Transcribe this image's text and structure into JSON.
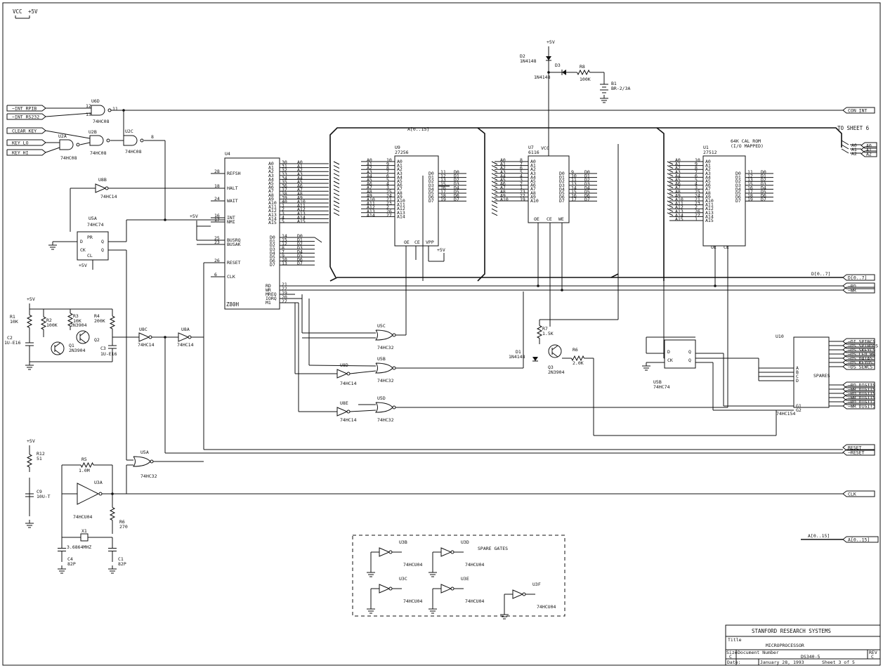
{
  "power": {
    "vcc": "VCC",
    "plus5": "+5V"
  },
  "connectors_left": [
    "~INT_RPIB",
    "~INT_RS232",
    "CLEAR_KEY",
    "KEY_LO",
    "KEY_HI"
  ],
  "connectors_right": [
    "CON_INT",
    "D[0..7]",
    "~RD",
    "~WR",
    "RESET",
    "~RESET",
    "CLK",
    "A[0..15]"
  ],
  "to_sheet": "TO SHEET 6",
  "right_addr_lines": [
    "A0",
    "A1",
    "A2"
  ],
  "decoder_outputs": [
    "~DI_SPIBCS",
    "~DS_SPIBDCS",
    "~DS_SKEYCS",
    "~DS_LED_WR",
    "~DS_DATAS",
    "~DS_KEYDS",
    "~DS_SEWCS"
  ],
  "decoder_outputs2": [
    "~RD_DIGITS",
    "~WR_DIGITS",
    "~RD_DIGITS",
    "~WR_DIGITS",
    "~RD_DIGIT2",
    "~WR_DIGIT3"
  ],
  "bus_labels": {
    "a_bus": "A[0..15]",
    "d_bus": "D[0..7]",
    "a_bus_right": "A[0..15]"
  },
  "cpu": {
    "ref": "U4",
    "name": "Z80H",
    "left_pins": [
      "REFSH",
      "HALT",
      "WAIT",
      "INT",
      "NMI",
      "BUSRQ",
      "BUSAK",
      "RESET",
      "CLK"
    ],
    "left_nums": [
      "28",
      "18",
      "24",
      "16",
      "17",
      "25",
      "23",
      "26",
      "6"
    ],
    "addr": [
      "A0",
      "A1",
      "A2",
      "A3",
      "A4",
      "A5",
      "A6",
      "A7",
      "A8",
      "A9",
      "A10",
      "A11",
      "A12",
      "A13",
      "A14",
      "A15"
    ],
    "addr_nums": [
      "30",
      "31",
      "32",
      "33",
      "34",
      "35",
      "36",
      "37",
      "38",
      "39",
      "40",
      "1",
      "2",
      "3",
      "4",
      "5"
    ],
    "data": [
      "D0",
      "D1",
      "D2",
      "D3",
      "D4",
      "D5",
      "D6",
      "D7"
    ],
    "data_nums": [
      "14",
      "15",
      "12",
      "8",
      "7",
      "9",
      "10",
      "13"
    ],
    "ctrl": [
      "RD",
      "WR",
      "MREQ",
      "IORQ",
      "M1"
    ],
    "ctrl_nums": [
      "21",
      "22",
      "19",
      "20",
      "27"
    ]
  },
  "eprom": {
    "ref": "U9",
    "part": "27256",
    "addr": [
      "A0",
      "A1",
      "A2",
      "A3",
      "A4",
      "A5",
      "A6",
      "A7",
      "A8",
      "A9",
      "A10",
      "A11",
      "A12",
      "A13",
      "A14"
    ],
    "nums": [
      "10",
      "9",
      "8",
      "7",
      "6",
      "5",
      "4",
      "3",
      "25",
      "24",
      "21",
      "23",
      "2",
      "26",
      "27"
    ],
    "data": [
      "D0",
      "D1",
      "D2",
      "D3",
      "D4",
      "D5",
      "D6",
      "D7"
    ],
    "dnums": [
      "11",
      "12",
      "13",
      "15",
      "16",
      "17",
      "18",
      "19"
    ],
    "ctrl": [
      "OE",
      "CE",
      "VPP"
    ],
    "plus": "+5V"
  },
  "ram": {
    "ref": "U7",
    "part": "6116",
    "addr": [
      "A0",
      "A1",
      "A2",
      "A3",
      "A4",
      "A5",
      "A6",
      "A7",
      "A8",
      "A9",
      "A10"
    ],
    "nums": [
      "8",
      "7",
      "6",
      "5",
      "4",
      "3",
      "2",
      "1",
      "23",
      "22",
      "19"
    ],
    "data": [
      "D0",
      "D1",
      "D2",
      "D3",
      "D4",
      "D5",
      "D6",
      "D7"
    ],
    "dnums": [
      "9",
      "10",
      "11",
      "13",
      "14",
      "15",
      "16",
      "17"
    ],
    "ctrl": [
      "OE",
      "CE",
      "WE"
    ],
    "vcc": "VCC"
  },
  "rom": {
    "ref": "U1",
    "part": "27512",
    "note1": "64K CAL ROM",
    "note2": "(I/O MAPPED)",
    "addr": [
      "A0",
      "A1",
      "A2",
      "A3",
      "A4",
      "A5",
      "A6",
      "A7",
      "A8",
      "A9",
      "A10",
      "A11",
      "A12",
      "A13",
      "A14",
      "A15"
    ],
    "nums": [
      "10",
      "9",
      "8",
      "7",
      "6",
      "5",
      "4",
      "3",
      "25",
      "24",
      "21",
      "23",
      "2",
      "26",
      "27",
      "1"
    ],
    "data": [
      "D0",
      "D1",
      "D2",
      "D3",
      "D4",
      "D5",
      "D6",
      "D7"
    ],
    "dnums": [
      "11",
      "12",
      "13",
      "15",
      "16",
      "17",
      "18",
      "19"
    ],
    "ctrl": [
      "OE",
      "CE"
    ]
  },
  "decoder": {
    "ref": "U10",
    "part": "74HC154",
    "inputs": [
      "A",
      "B",
      "C",
      "D"
    ],
    "enables": [
      "G1",
      "G2"
    ],
    "spares": "SPARES"
  },
  "gates": [
    {
      "ref": "U6D",
      "part": "74HC08"
    },
    {
      "ref": "U2A",
      "part": "74HC08"
    },
    {
      "ref": "U2B",
      "part": "74HC08"
    },
    {
      "ref": "U2C",
      "part": "74HC08"
    },
    {
      "ref": "U8B",
      "part": "74HC14"
    },
    {
      "ref": "U5A",
      "part": "74HC74"
    },
    {
      "ref": "U8C",
      "part": "74HC14"
    },
    {
      "ref": "U8A",
      "part": "74HC14"
    },
    {
      "ref": "U5C",
      "part": "74HC32"
    },
    {
      "ref": "U5B",
      "part": "74HC32"
    },
    {
      "ref": "U8D",
      "part": "74HC14"
    },
    {
      "ref": "U5D",
      "part": "74HC32"
    },
    {
      "ref": "U8E",
      "part": "74HC14"
    },
    {
      "ref": "U5A",
      "part": "74HC32"
    },
    {
      "ref": "U3A",
      "part": "74HCU04"
    },
    {
      "ref": "U5B",
      "part": "74HC74"
    }
  ],
  "components": {
    "D2": [
      "D2",
      "1N4148"
    ],
    "D3": [
      "D3",
      "1N4148"
    ],
    "R8": [
      "R8",
      "100K"
    ],
    "B1": [
      "B1",
      "BR-2/3A"
    ],
    "R1": [
      "R1",
      "10K"
    ],
    "R2": [
      "R2",
      "100K"
    ],
    "R3": [
      "R3",
      "10K"
    ],
    "R4": [
      "R4",
      "200K"
    ],
    "Q1": [
      "Q1",
      "2N3904"
    ],
    "C2": [
      "C2",
      "1U-E16"
    ],
    "C3": [
      "C3",
      "1U-E16"
    ],
    "Q_top": "2N3904",
    "Q_sym": "Q2",
    "R7": [
      "R7",
      "1.5K"
    ],
    "R6r": [
      "R6",
      "2.0K"
    ],
    "D1": [
      "D1",
      "1N4148"
    ],
    "Q3": [
      "Q3",
      "2N3904"
    ],
    "R12": [
      "R12",
      "51"
    ],
    "R5": [
      "R5",
      "1.0M"
    ],
    "C9": [
      "C9",
      "10U-T"
    ],
    "R6": [
      "R6",
      "270"
    ],
    "X1": [
      "X1",
      "3.6864MHZ"
    ],
    "C4": [
      "C4",
      "82P"
    ],
    "C1": [
      "C1",
      "82P"
    ]
  },
  "spare": {
    "title": "SPARE GATES",
    "gates": [
      {
        "ref": "U3B",
        "part": "74HCU04"
      },
      {
        "ref": "U3D",
        "part": "74HCU04"
      },
      {
        "ref": "U3C",
        "part": "74HCU04"
      },
      {
        "ref": "U3E",
        "part": "74HCU04"
      },
      {
        "ref": "U3F",
        "part": "74HCU04"
      }
    ]
  },
  "title_block": {
    "company": "STANFORD RESEARCH SYSTEMS",
    "title_label": "Title",
    "title": "MICROPROCESSOR",
    "size_label": "Size",
    "size": "C",
    "doc_label": "Document Number",
    "doc": "DS340-5",
    "rev_label": "REV",
    "rev": "C",
    "date_label": "Date:",
    "date": "January 28, 1993",
    "sheet": "Sheet 3 of 5"
  }
}
